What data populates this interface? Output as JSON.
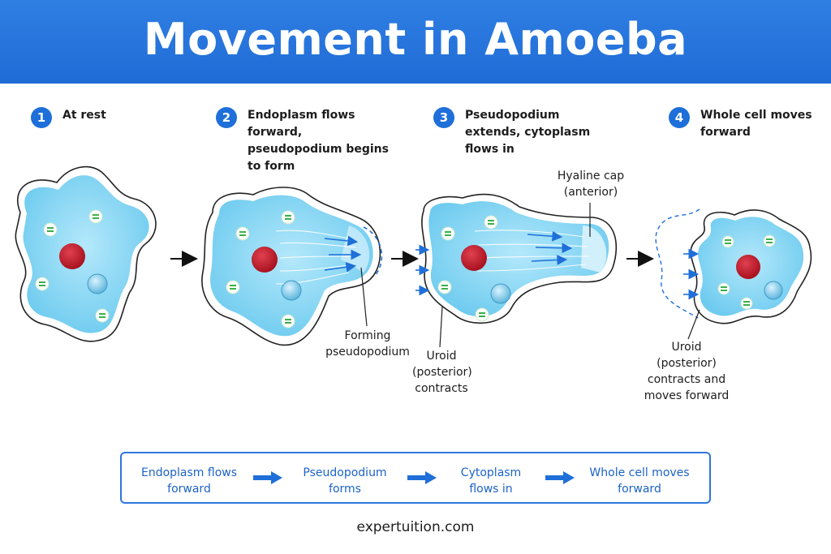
{
  "title": "Movement in Amoeba",
  "steps": [
    {
      "number": "1",
      "label": "At rest"
    },
    {
      "number": "2",
      "label": "Endoplasm flows forward, pseudopodium begins to form"
    },
    {
      "number": "3",
      "label": "Pseudopodium extends, cytoplasm flows in"
    },
    {
      "number": "4",
      "label": "Whole cell moves forward"
    }
  ],
  "annotations": {
    "forming": "Forming pseudopodium",
    "hyaline": "Hyaline cap (anterior)",
    "uroid3": "Uroid (posterior) contracts",
    "uroid4": "Uroid (posterior) contracts and moves forward"
  },
  "summary": [
    "Endoplasm flows forward",
    "Pseudopodium forms",
    "Cytoplasm flows in",
    "Whole cell moves forward"
  ],
  "footer": "expertuition.com",
  "colors": {
    "header": "#1f6bd6",
    "cytoplasm": "#8fd8f3",
    "nucleus": "#c8202e",
    "arrow_blue": "#1f6fd9",
    "chloroplast": "#3bb04a"
  }
}
